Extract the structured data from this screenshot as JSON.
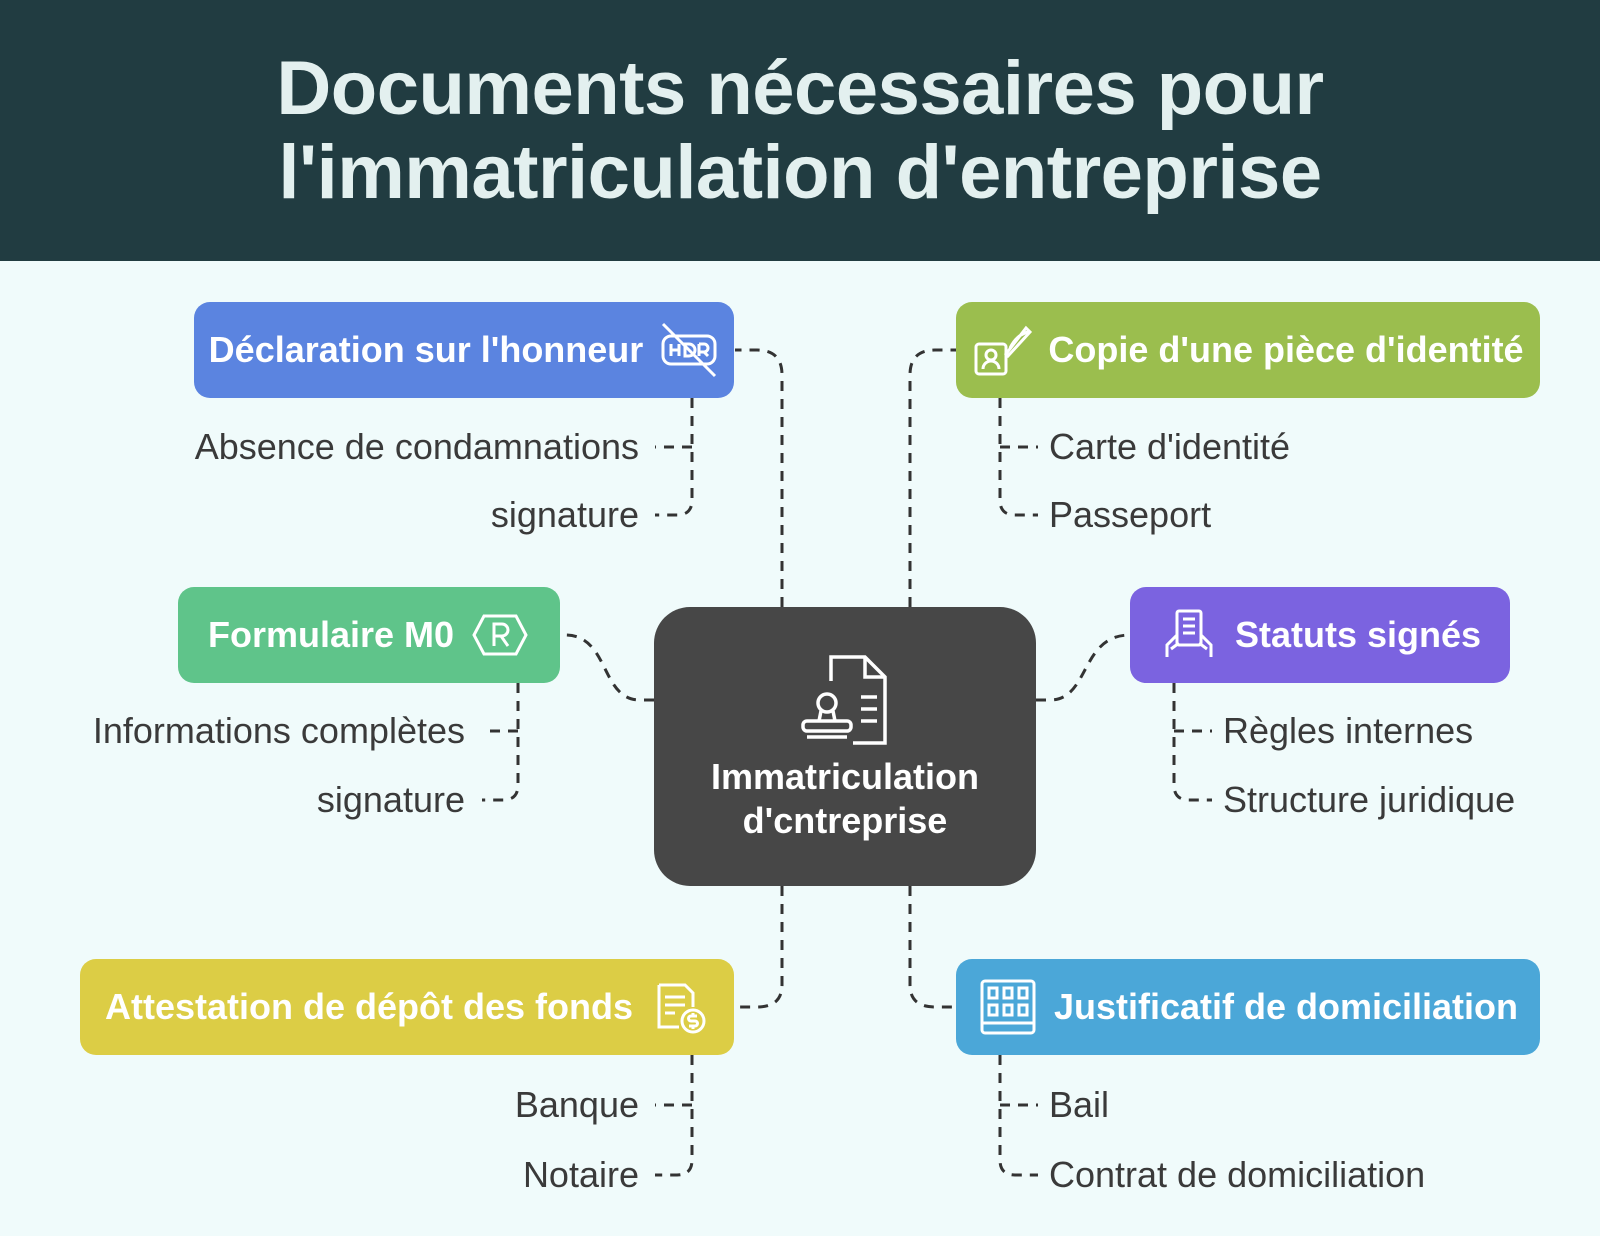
{
  "title": "Documents nécessaires pour l'immatriculation d'entreprise",
  "center": {
    "label": "Immatriculation d'cntreprise",
    "icon": "document-stamp-icon"
  },
  "branches": [
    {
      "id": "declaration",
      "label": "Déclaration sur l'honneur",
      "icon": "no-hdr-icon",
      "color": "#5b84e0",
      "children": [
        "Absence de condamnations",
        "signature"
      ]
    },
    {
      "id": "formulaire",
      "label": "Formulaire M0",
      "icon": "registered-badge-icon",
      "color": "#5fc48a",
      "children": [
        "Informations complètes",
        "signature"
      ]
    },
    {
      "id": "attestation",
      "label": "Attestation de dépôt des fonds",
      "icon": "document-money-icon",
      "color": "#dccd45",
      "children": [
        "Banque",
        "Notaire"
      ]
    },
    {
      "id": "identite",
      "label": "Copie d'une pièce d'identité",
      "icon": "id-card-pen-icon",
      "color": "#9bbe4e",
      "children": [
        "Carte d'identité",
        "Passeport"
      ]
    },
    {
      "id": "statuts",
      "label": "Statuts signés",
      "icon": "signed-document-hands-icon",
      "color": "#7b63e0",
      "children": [
        "Règles internes",
        "Structure juridique"
      ]
    },
    {
      "id": "domiciliation",
      "label": "Justificatif de domiciliation",
      "icon": "building-icon",
      "color": "#4ba7d8",
      "children": [
        "Bail",
        "Contrat de domiciliation"
      ]
    }
  ]
}
